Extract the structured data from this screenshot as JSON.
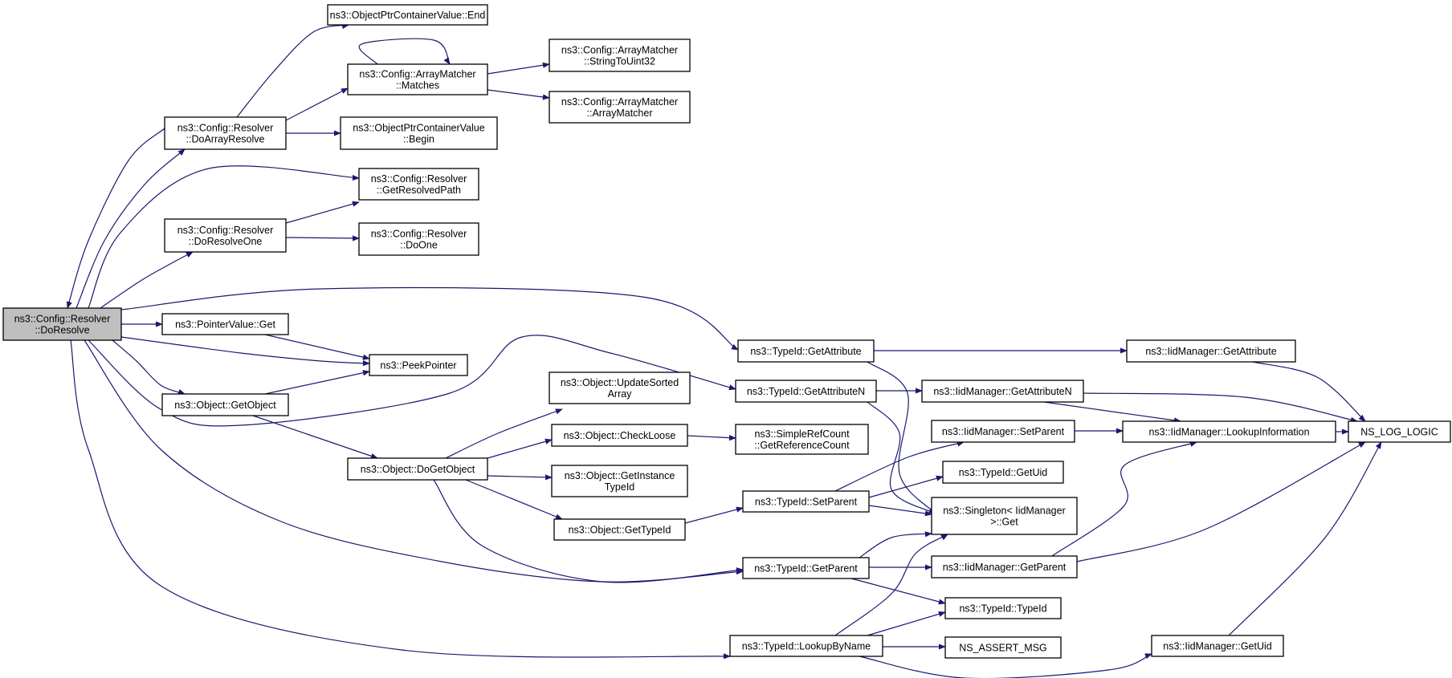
{
  "diagram": {
    "type": "call-graph",
    "edge_color": "#191970",
    "root_fill": "#bfbfbf",
    "nodes": [
      {
        "id": "doresolve",
        "lines": [
          "ns3::Config::Resolver",
          "::DoResolve"
        ],
        "root": true
      },
      {
        "id": "end",
        "lines": [
          "ns3::ObjectPtrContainerValue::End"
        ]
      },
      {
        "id": "matches",
        "lines": [
          "ns3::Config::ArrayMatcher",
          "::Matches"
        ]
      },
      {
        "id": "stringtouint32",
        "lines": [
          "ns3::Config::ArrayMatcher",
          "::StringToUint32"
        ]
      },
      {
        "id": "arraymatcher",
        "lines": [
          "ns3::Config::ArrayMatcher",
          "::ArrayMatcher"
        ]
      },
      {
        "id": "doarrayresolve",
        "lines": [
          "ns3::Config::Resolver",
          "::DoArrayResolve"
        ]
      },
      {
        "id": "begin",
        "lines": [
          "ns3::ObjectPtrContainerValue",
          "::Begin"
        ]
      },
      {
        "id": "getresolvedpath",
        "lines": [
          "ns3::Config::Resolver",
          "::GetResolvedPath"
        ]
      },
      {
        "id": "doresolveone",
        "lines": [
          "ns3::Config::Resolver",
          "::DoResolveOne"
        ]
      },
      {
        "id": "doone",
        "lines": [
          "ns3::Config::Resolver",
          "::DoOne"
        ]
      },
      {
        "id": "pointervalueget",
        "lines": [
          "ns3::PointerValue::Get"
        ]
      },
      {
        "id": "peekpointer",
        "lines": [
          "ns3::PeekPointer"
        ]
      },
      {
        "id": "getobject",
        "lines": [
          "ns3::Object::GetObject"
        ]
      },
      {
        "id": "dogetobject",
        "lines": [
          "ns3::Object::DoGetObject"
        ]
      },
      {
        "id": "updatesorted",
        "lines": [
          "ns3::Object::UpdateSorted",
          "Array"
        ]
      },
      {
        "id": "checkloose",
        "lines": [
          "ns3::Object::CheckLoose"
        ]
      },
      {
        "id": "getinstancetypeid",
        "lines": [
          "ns3::Object::GetInstance",
          "TypeId"
        ]
      },
      {
        "id": "objgettypeid",
        "lines": [
          "ns3::Object::GetTypeId"
        ]
      },
      {
        "id": "getreferencecount",
        "lines": [
          "ns3::SimpleRefCount",
          "::GetReferenceCount"
        ]
      },
      {
        "id": "getattribute",
        "lines": [
          "ns3::TypeId::GetAttribute"
        ]
      },
      {
        "id": "getattributen",
        "lines": [
          "ns3::TypeId::GetAttributeN"
        ]
      },
      {
        "id": "setparent",
        "lines": [
          "ns3::TypeId::SetParent"
        ]
      },
      {
        "id": "getparent",
        "lines": [
          "ns3::TypeId::GetParent"
        ]
      },
      {
        "id": "lookupbyname",
        "lines": [
          "ns3::TypeId::LookupByName"
        ]
      },
      {
        "id": "iid_getattribute",
        "lines": [
          "ns3::IidManager::GetAttribute"
        ]
      },
      {
        "id": "iid_getattributen",
        "lines": [
          "ns3::IidManager::GetAttributeN"
        ]
      },
      {
        "id": "iid_setparent",
        "lines": [
          "ns3::IidManager::SetParent"
        ]
      },
      {
        "id": "typeid_getuid",
        "lines": [
          "ns3::TypeId::GetUid"
        ]
      },
      {
        "id": "singleton_get",
        "lines": [
          "ns3::Singleton< IidManager",
          ">::Get"
        ]
      },
      {
        "id": "iid_getparent",
        "lines": [
          "ns3::IidManager::GetParent"
        ]
      },
      {
        "id": "typeid_typeid",
        "lines": [
          "ns3::TypeId::TypeId"
        ]
      },
      {
        "id": "ns_assert_msg",
        "lines": [
          "NS_ASSERT_MSG"
        ]
      },
      {
        "id": "iid_lookupinformation",
        "lines": [
          "ns3::IidManager::LookupInformation"
        ]
      },
      {
        "id": "iid_getuid",
        "lines": [
          "ns3::IidManager::GetUid"
        ]
      },
      {
        "id": "ns_log_logic",
        "lines": [
          "NS_LOG_LOGIC"
        ]
      }
    ],
    "edges": [
      {
        "from": "doresolve",
        "to": "doarrayresolve"
      },
      {
        "from": "doarrayresolve",
        "to": "doresolve"
      },
      {
        "from": "doresolve",
        "to": "getresolvedpath"
      },
      {
        "from": "doresolve",
        "to": "doresolveone"
      },
      {
        "from": "doresolve",
        "to": "getattribute"
      },
      {
        "from": "doresolve",
        "to": "pointervalueget"
      },
      {
        "from": "doresolve",
        "to": "peekpointer"
      },
      {
        "from": "doresolve",
        "to": "getobject"
      },
      {
        "from": "doresolve",
        "to": "getattributen"
      },
      {
        "from": "doresolve",
        "to": "getparent"
      },
      {
        "from": "doresolve",
        "to": "lookupbyname"
      },
      {
        "from": "doarrayresolve",
        "to": "end"
      },
      {
        "from": "doarrayresolve",
        "to": "matches"
      },
      {
        "from": "doarrayresolve",
        "to": "begin"
      },
      {
        "from": "matches",
        "to": "matches"
      },
      {
        "from": "matches",
        "to": "stringtouint32"
      },
      {
        "from": "matches",
        "to": "arraymatcher"
      },
      {
        "from": "doresolveone",
        "to": "getresolvedpath"
      },
      {
        "from": "doresolveone",
        "to": "doone"
      },
      {
        "from": "pointervalueget",
        "to": "peekpointer"
      },
      {
        "from": "getobject",
        "to": "peekpointer"
      },
      {
        "from": "getobject",
        "to": "dogetobject"
      },
      {
        "from": "dogetobject",
        "to": "updatesorted"
      },
      {
        "from": "dogetobject",
        "to": "checkloose"
      },
      {
        "from": "dogetobject",
        "to": "getinstancetypeid"
      },
      {
        "from": "dogetobject",
        "to": "objgettypeid"
      },
      {
        "from": "dogetobject",
        "to": "getparent"
      },
      {
        "from": "checkloose",
        "to": "getreferencecount"
      },
      {
        "from": "objgettypeid",
        "to": "setparent"
      },
      {
        "from": "getattribute",
        "to": "iid_getattribute"
      },
      {
        "from": "getattribute",
        "to": "singleton_get"
      },
      {
        "from": "getattributen",
        "to": "iid_getattributen"
      },
      {
        "from": "getattributen",
        "to": "singleton_get"
      },
      {
        "from": "setparent",
        "to": "iid_setparent"
      },
      {
        "from": "setparent",
        "to": "typeid_getuid"
      },
      {
        "from": "setparent",
        "to": "singleton_get"
      },
      {
        "from": "getparent",
        "to": "singleton_get"
      },
      {
        "from": "getparent",
        "to": "iid_getparent"
      },
      {
        "from": "getparent",
        "to": "typeid_typeid"
      },
      {
        "from": "lookupbyname",
        "to": "singleton_get"
      },
      {
        "from": "lookupbyname",
        "to": "typeid_typeid"
      },
      {
        "from": "lookupbyname",
        "to": "ns_assert_msg"
      },
      {
        "from": "lookupbyname",
        "to": "iid_getuid"
      },
      {
        "from": "iid_getattribute",
        "to": "ns_log_logic"
      },
      {
        "from": "iid_getattributen",
        "to": "iid_lookupinformation"
      },
      {
        "from": "iid_getattributen",
        "to": "ns_log_logic"
      },
      {
        "from": "iid_setparent",
        "to": "iid_lookupinformation"
      },
      {
        "from": "iid_getparent",
        "to": "iid_lookupinformation"
      },
      {
        "from": "iid_getparent",
        "to": "ns_log_logic"
      },
      {
        "from": "iid_lookupinformation",
        "to": "ns_log_logic"
      },
      {
        "from": "iid_getuid",
        "to": "ns_log_logic"
      }
    ]
  }
}
